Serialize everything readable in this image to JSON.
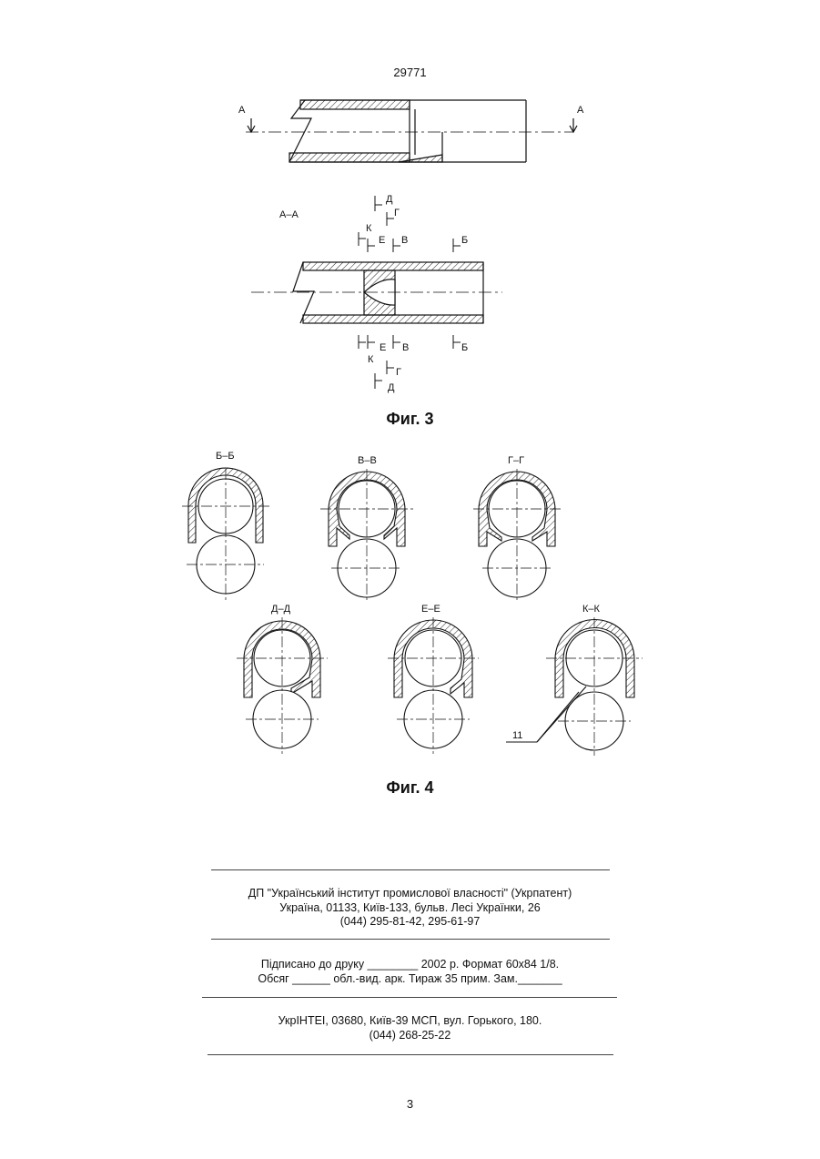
{
  "header": {
    "doc_number": "29771"
  },
  "fig3": {
    "caption": "Фиг. 3",
    "section_marks": {
      "a_left": "А",
      "a_right": "А",
      "aa": "А–А",
      "d": "Д",
      "g": "Г",
      "k": "К",
      "e": "Е",
      "v": "В",
      "b": "Б"
    }
  },
  "fig4": {
    "caption": "Фиг. 4",
    "sections": [
      "Б–Б",
      "В–В",
      "Г–Г",
      "Д–Д",
      "Е–Е",
      "К–К"
    ],
    "callout": "11"
  },
  "imprint": {
    "org_line": "ДП \"Український інститут промислової власності\" (Укрпатент)",
    "address_line": "Україна, 01133, Київ-133, бульв. Лесі Українки, 26",
    "phone_line": "(044) 295-81-42, 295-61-97",
    "signed_line": "Підписано до друку ________ 2002 р.    Формат 60x84 1/8.",
    "volume_line": "Обсяг ______ обл.-вид. арк.   Тираж 35 прим.    Зам._______",
    "printer_line": "УкрІНТЕІ, 03680, Київ-39 МСП, вул. Горького, 180.",
    "printer_phone": "(044) 268-25-22"
  },
  "footer": {
    "page_number": "3"
  },
  "colors": {
    "ink": "#111111",
    "paper": "#ffffff"
  }
}
